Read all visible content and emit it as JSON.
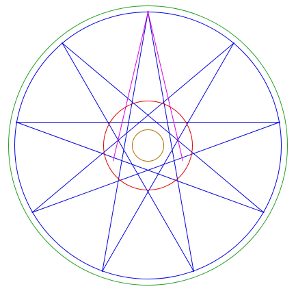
{
  "figure": {
    "description_type": "star-polygon construction",
    "star": {
      "vertices": 9,
      "step": 4,
      "rotation_deg": 0
    },
    "layers": [
      {
        "name": "outer-circle",
        "color": "#22a022"
      },
      {
        "name": "circumscribed-circle",
        "color": "#0000dd"
      },
      {
        "name": "star-polygon",
        "color": "#0000dd"
      },
      {
        "name": "highlight-triangle",
        "color": "#dd00dd"
      },
      {
        "name": "inner-circle",
        "color": "#dd0000"
      },
      {
        "name": "center-circle",
        "color": "#b07000"
      }
    ]
  }
}
